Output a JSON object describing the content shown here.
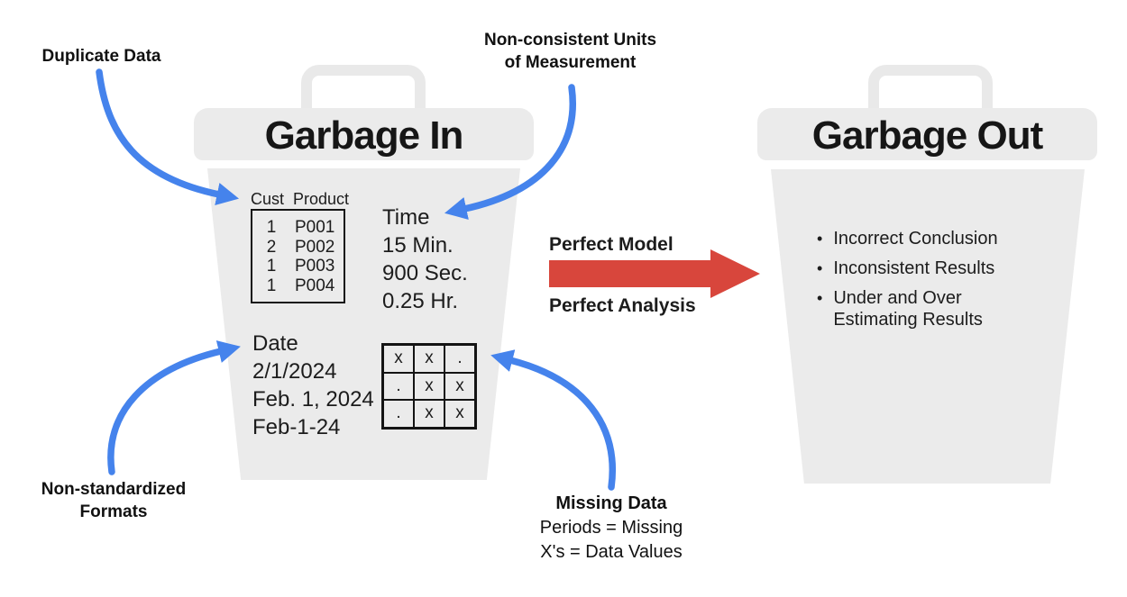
{
  "callouts": {
    "duplicate": "Duplicate Data",
    "nonconsistent": "Non-consistent Units\nof Measurement",
    "nonstandardized": "Non-standardized\nFormats",
    "missing_title": "Missing Data",
    "missing_sub": "Periods = Missing\nX's = Data Values"
  },
  "middle": {
    "top_label": "Perfect Model",
    "bottom_label": "Perfect Analysis"
  },
  "garbage_in": {
    "title": "Garbage In",
    "table": {
      "headers": [
        "Cust",
        "Product"
      ],
      "rows": [
        [
          "1",
          "P001"
        ],
        [
          "2",
          "P002"
        ],
        [
          "1",
          "P003"
        ],
        [
          "1",
          "P004"
        ]
      ]
    },
    "time": {
      "label": "Time",
      "values": [
        "15 Min.",
        "900 Sec.",
        "0.25 Hr."
      ]
    },
    "date": {
      "label": "Date",
      "values": [
        "2/1/2024",
        "Feb. 1, 2024",
        "Feb-1-24"
      ]
    },
    "grid": [
      [
        "x",
        "x",
        "."
      ],
      [
        ".",
        "x",
        "x"
      ],
      [
        ".",
        "x",
        "x"
      ]
    ]
  },
  "garbage_out": {
    "title": "Garbage Out",
    "bullet_char": "•",
    "bullets": [
      "Incorrect Conclusion",
      "Inconsistent Results",
      "Under and Over\nEstimating Results"
    ]
  },
  "colors": {
    "arrow_blue": "#4583EC",
    "arrow_red": "#D8463C",
    "can_gray": "#EBEBEB",
    "handle_gray": "#E9E9E9",
    "text": "#1C1C1C"
  }
}
